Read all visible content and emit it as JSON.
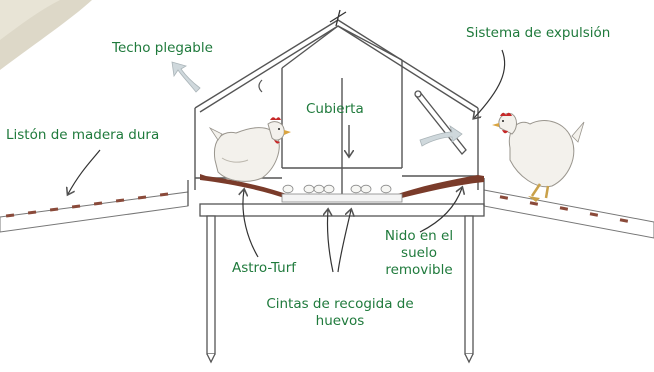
{
  "labels": {
    "techo": "Techo plegable",
    "sistema": "Sistema de expulsión",
    "liston": "Listón de madera dura",
    "cubierta": "Cubierta",
    "nido_1": "Nido en el",
    "nido_2": "suelo",
    "nido_3": "removible",
    "astro": "Astro-Turf",
    "cintas_1": "Cintas de recogida de",
    "cintas_2": "huevos"
  },
  "colors": {
    "label_text": "#1f7a3c",
    "line": "#555555",
    "nest_mat": "#7a3b2a",
    "arrow_fill": "#cfd8dc",
    "hen_body": "#f3f1ec",
    "comb": "#c62828",
    "background_swatch": "#ddd8c8"
  },
  "icons": [
    "hen-icon",
    "hen-icon",
    "egg-icon",
    "curved-arrow-icon",
    "pointer-arrow-icon"
  ]
}
